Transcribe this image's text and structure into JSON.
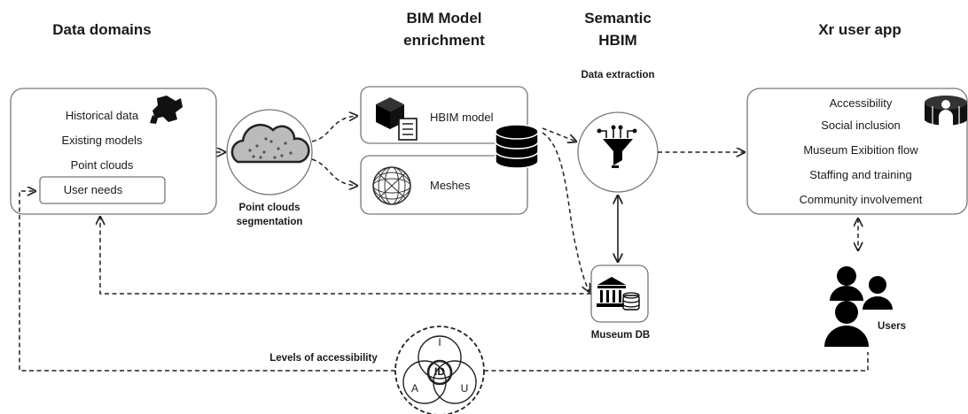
{
  "headers": {
    "data_domains": "Data domains",
    "bim_line1": "BIM Model",
    "bim_line2": "enrichment",
    "semantic_line1": "Semantic",
    "semantic_line2": "HBIM",
    "xr": "Xr user app"
  },
  "data_domains": {
    "items": [
      "Historical data",
      "Existing models",
      "Point clouds"
    ],
    "user_needs": "User needs"
  },
  "segmentation": {
    "line1": "Point clouds",
    "line2": "segmentation"
  },
  "enrichment": {
    "hbim_model": "HBIM model",
    "meshes": "Meshes"
  },
  "extraction_label": "Data extraction",
  "museum_db_label": "Museum DB",
  "xr_items": [
    "Accessibility",
    "Social inclusion",
    "Museum Exibition flow",
    "Staffing and training",
    "Community involvement"
  ],
  "users_label": "Users",
  "levels_label": "Levels of accessibility",
  "venn": {
    "top": "I",
    "left": "A",
    "right": "U",
    "center": "ID"
  },
  "icons": {
    "map": "map-pieces-icon",
    "cloud": "point-cloud-icon",
    "cube": "cube-document-icon",
    "sphere": "geodesic-sphere-icon",
    "database": "database-icon",
    "extraction": "funnel-circuit-icon",
    "museum": "museum-db-icon",
    "vr": "vr-headset-icon",
    "users": "users-icon"
  }
}
